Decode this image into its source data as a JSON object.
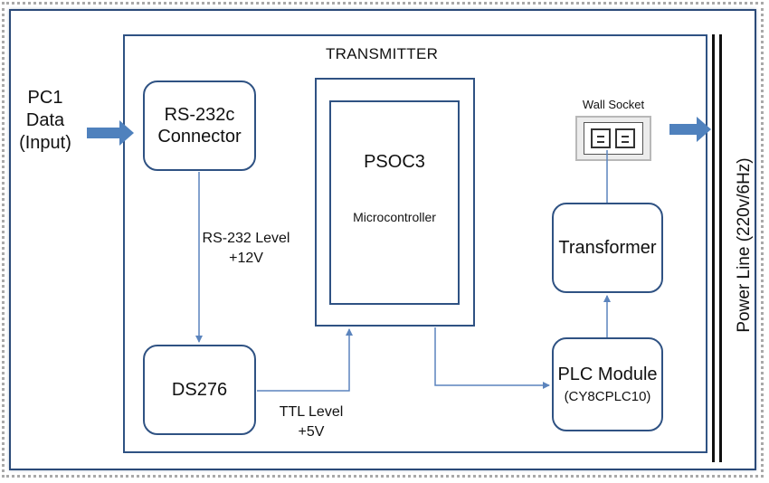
{
  "diagram": {
    "title": "TRANSMITTER",
    "input_label": [
      "PC1",
      "Data",
      "(Input)"
    ],
    "power_line_label": "Power Line (220v/6Hz)",
    "blocks": {
      "rs232_connector": [
        "RS-232c",
        "Connector"
      ],
      "ds276": "DS276",
      "psoc3": "PSOC3",
      "microcontroller": "Microcontroller",
      "wall_socket": "Wall Socket",
      "transformer": "Transformer",
      "plc_module": "PLC Module",
      "plc_module_part": "(CY8CPLC10)"
    },
    "signal_labels": {
      "rs232_level": [
        "RS-232 Level",
        "+12V"
      ],
      "ttl_level": [
        "TTL Level",
        "+5V"
      ]
    },
    "colors": {
      "block_border": "#2f5283",
      "wire": "#5b84bd",
      "arrow_fill": "#4f81bd"
    }
  }
}
